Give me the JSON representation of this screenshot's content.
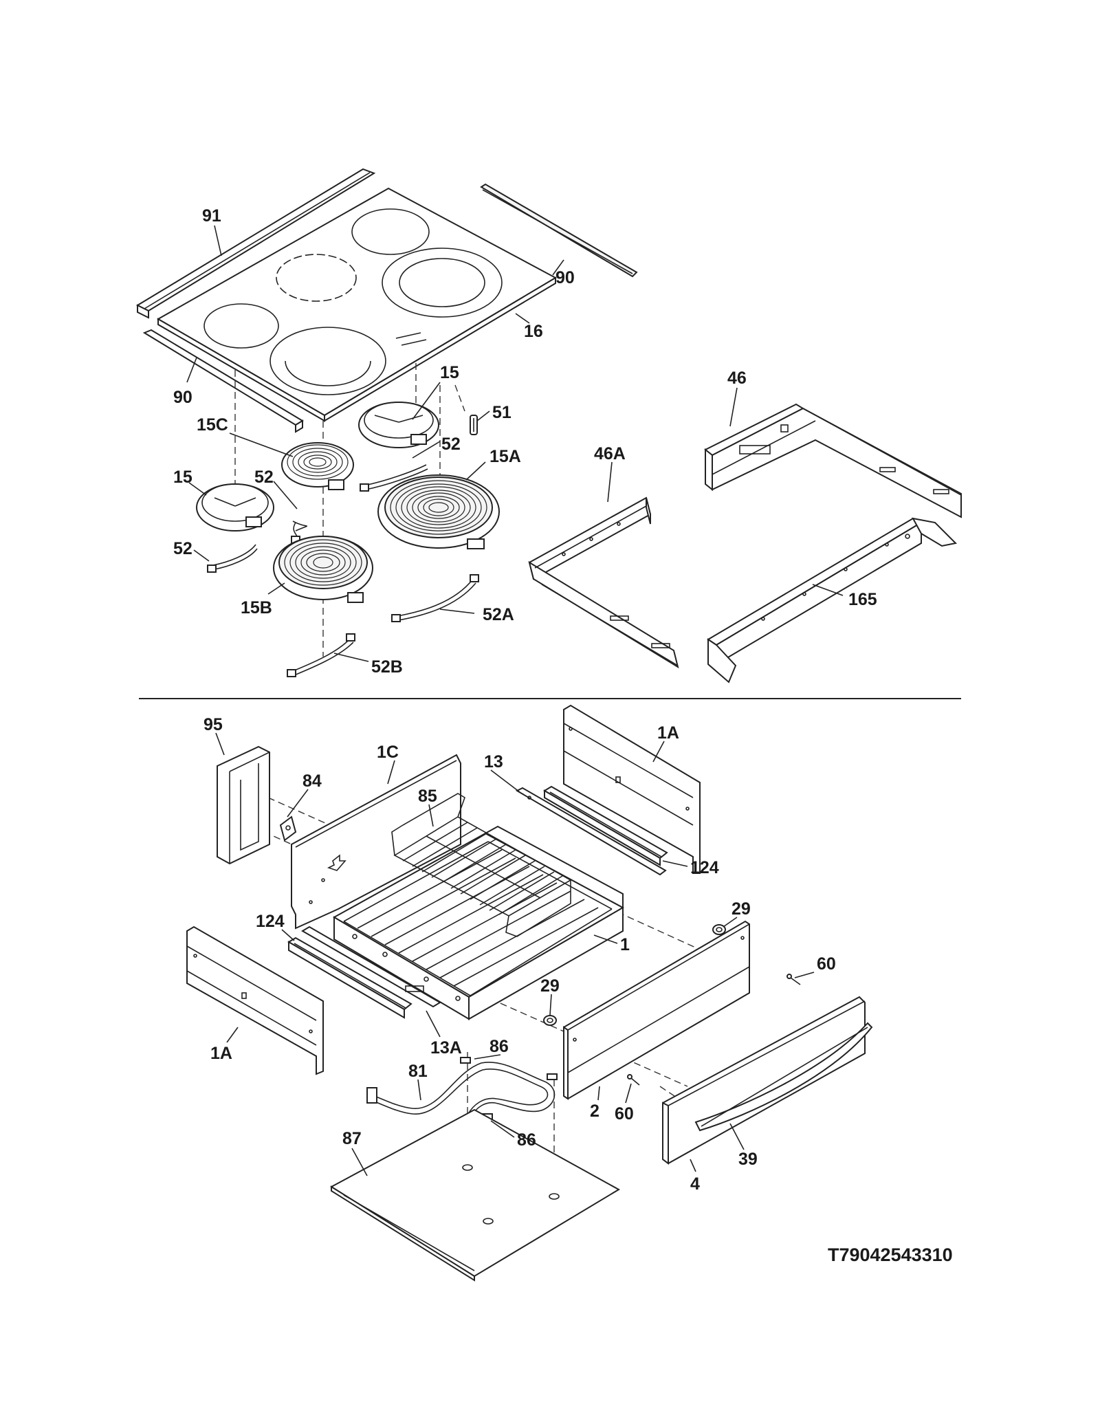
{
  "diagram": {
    "reference_number": "T79042543310",
    "top_section": {
      "callouts": {
        "p91": "91",
        "p90_right": "90",
        "p16": "16",
        "p90_left": "90",
        "p15_top": "15",
        "p51": "51",
        "p15c": "15C",
        "p52_top": "52",
        "p15a": "15A",
        "p15_left": "15",
        "p52_mid": "52",
        "p52_left": "52",
        "p15b": "15B",
        "p52a": "52A",
        "p52b": "52B",
        "p46": "46",
        "p46a": "46A",
        "p165": "165"
      }
    },
    "bottom_section": {
      "callouts": {
        "p95": "95",
        "p84": "84",
        "p1c": "1C",
        "p85": "85",
        "p13": "13",
        "p1a_top": "1A",
        "p124_right": "124",
        "p29_right": "29",
        "p124_left": "124",
        "p1": "1",
        "p60_right": "60",
        "p29_mid": "29",
        "p13a": "13A",
        "p1a_bottom": "1A",
        "p86_top": "86",
        "p81": "81",
        "p2": "2",
        "p60_left": "60",
        "p86_mid": "86",
        "p87": "87",
        "p39": "39",
        "p4": "4"
      }
    }
  }
}
